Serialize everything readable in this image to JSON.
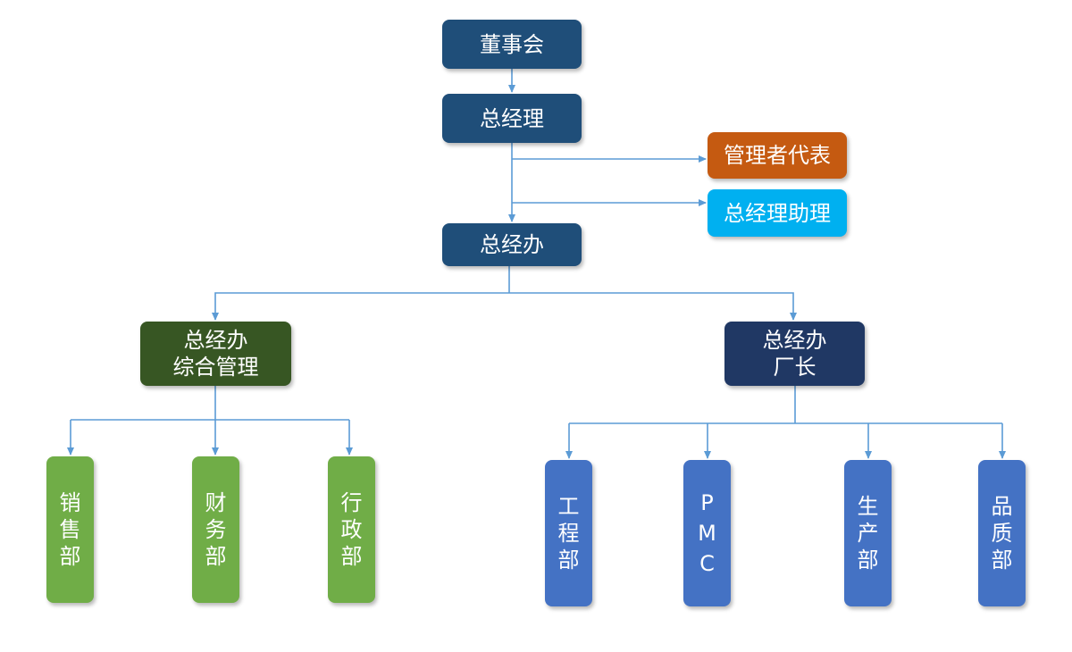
{
  "colors": {
    "board": "#1F4E79",
    "orange": "#C55A11",
    "cyan": "#00B0F0",
    "green_dark": "#375623",
    "navy": "#203864",
    "green_light": "#70AD47",
    "blue": "#4472C4",
    "line": "#5B9BD5"
  },
  "nodes": {
    "board": "董事会",
    "gm": "总经理",
    "mgmt_rep": "管理者代表",
    "gm_assistant": "总经理助理",
    "gm_office": "总经办",
    "admin_head": {
      "line1": "总经办",
      "line2": "综合管理"
    },
    "factory_head": {
      "line1": "总经办",
      "line2": "厂长"
    },
    "sales": [
      "销",
      "售",
      "部"
    ],
    "finance": [
      "财",
      "务",
      "部"
    ],
    "administration": [
      "行",
      "政",
      "部"
    ],
    "engineering": [
      "工",
      "程",
      "部"
    ],
    "pmc": [
      "P",
      "M",
      "C"
    ],
    "production": [
      "生",
      "产",
      "部"
    ],
    "quality": [
      "品",
      "质",
      "部"
    ]
  }
}
